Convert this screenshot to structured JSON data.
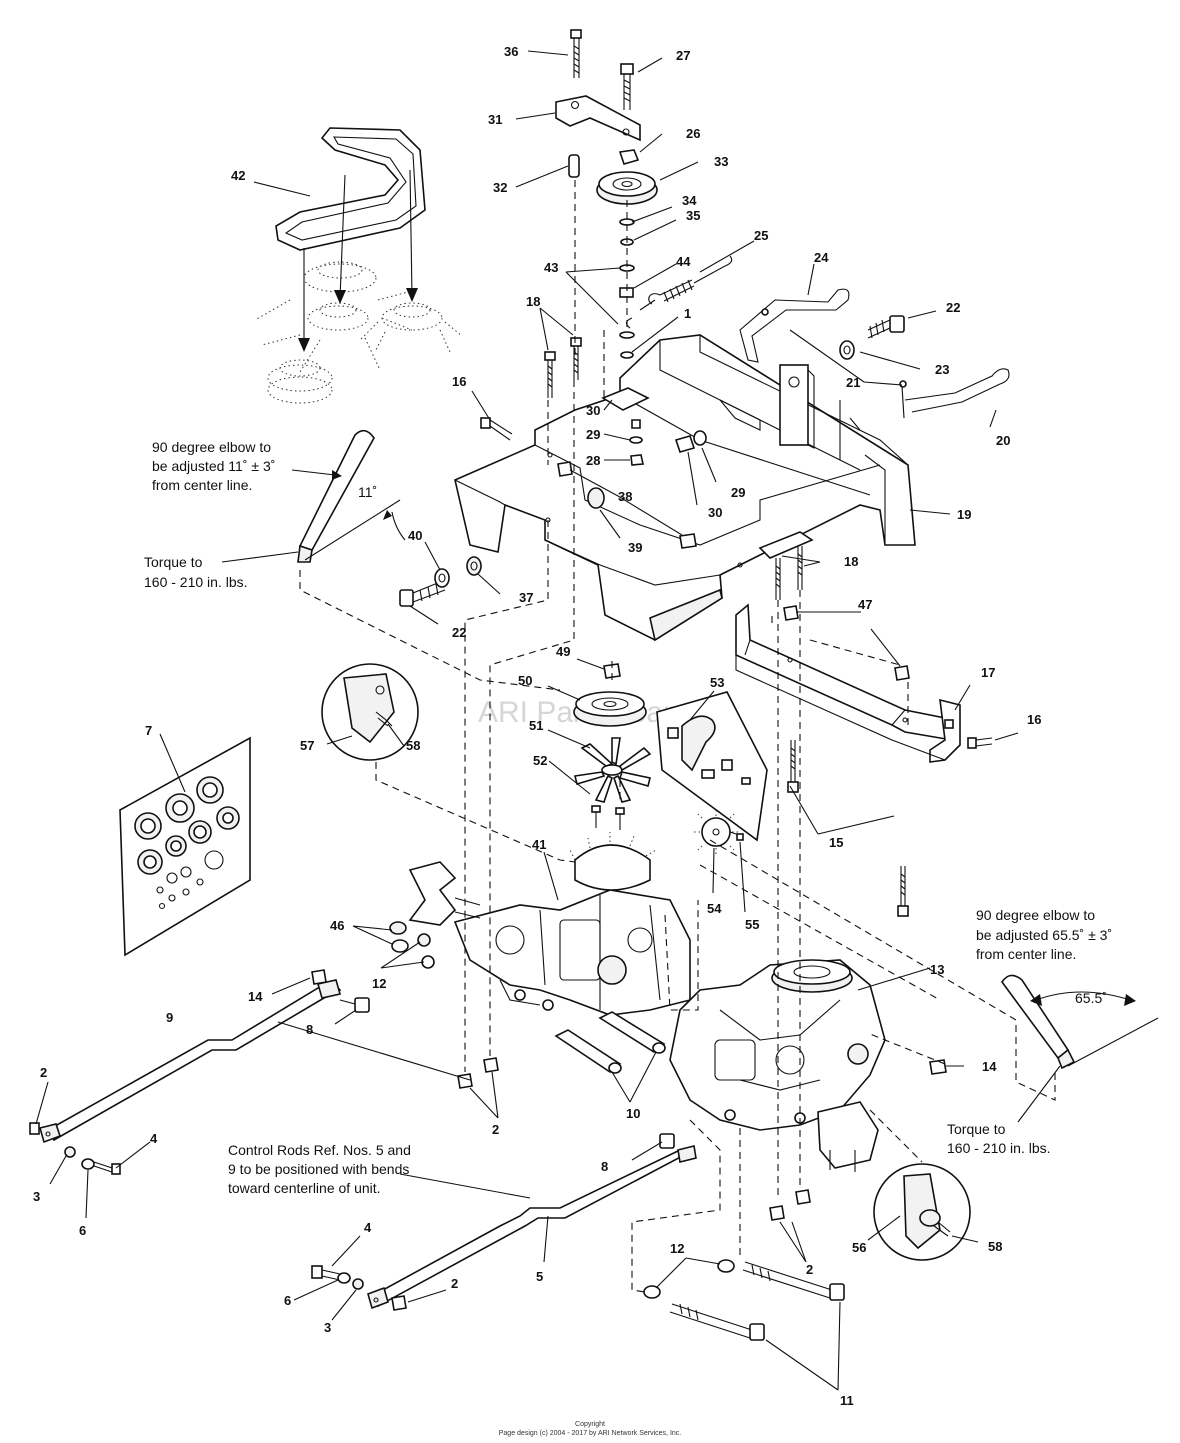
{
  "watermark": "ARI PartStream",
  "watermark_tm": "TM",
  "footer": {
    "line1": "Copyright",
    "line2": "Page design (c) 2004 - 2017 by ARI Network Services, Inc."
  },
  "notes": {
    "elbow_left": [
      "90 degree elbow to",
      "be adjusted 11˚ ± 3˚",
      "from center line."
    ],
    "angle_left": "11˚",
    "torque_left": [
      "Torque to",
      "160 - 210 in. lbs."
    ],
    "elbow_right": [
      "90 degree elbow to",
      "be adjusted 65.5˚ ± 3˚",
      "from center line."
    ],
    "angle_right": "65.5˚",
    "torque_right": [
      "Torque to",
      "160 - 210 in. lbs."
    ],
    "control_rods": [
      "Control Rods Ref. Nos. 5 and",
      " 9 to be positioned with bends",
      "toward centerline of unit."
    ]
  },
  "callouts": [
    {
      "id": "c36",
      "num": "36"
    },
    {
      "id": "c27",
      "num": "27"
    },
    {
      "id": "c31",
      "num": "31"
    },
    {
      "id": "c26",
      "num": "26"
    },
    {
      "id": "c33",
      "num": "33"
    },
    {
      "id": "c32",
      "num": "32"
    },
    {
      "id": "c42",
      "num": "42"
    },
    {
      "id": "c34",
      "num": "34"
    },
    {
      "id": "c35",
      "num": "35"
    },
    {
      "id": "c25",
      "num": "25"
    },
    {
      "id": "c43",
      "num": "43"
    },
    {
      "id": "c44",
      "num": "44"
    },
    {
      "id": "c24",
      "num": "24"
    },
    {
      "id": "c18a",
      "num": "18"
    },
    {
      "id": "c1",
      "num": "1"
    },
    {
      "id": "c22a",
      "num": "22"
    },
    {
      "id": "c23",
      "num": "23"
    },
    {
      "id": "c21",
      "num": "21"
    },
    {
      "id": "c16a",
      "num": "16"
    },
    {
      "id": "c30a",
      "num": "30"
    },
    {
      "id": "c29a",
      "num": "29"
    },
    {
      "id": "c28",
      "num": "28"
    },
    {
      "id": "c29b",
      "num": "29"
    },
    {
      "id": "c20",
      "num": "20"
    },
    {
      "id": "c38",
      "num": "38"
    },
    {
      "id": "c30b",
      "num": "30"
    },
    {
      "id": "c19",
      "num": "19"
    },
    {
      "id": "c39",
      "num": "39"
    },
    {
      "id": "c40",
      "num": "40"
    },
    {
      "id": "c37",
      "num": "37"
    },
    {
      "id": "c18b",
      "num": "18"
    },
    {
      "id": "c22b",
      "num": "22"
    },
    {
      "id": "c47",
      "num": "47"
    },
    {
      "id": "c49",
      "num": "49"
    },
    {
      "id": "c50",
      "num": "50"
    },
    {
      "id": "c53",
      "num": "53"
    },
    {
      "id": "c17",
      "num": "17"
    },
    {
      "id": "c16b",
      "num": "16"
    },
    {
      "id": "c7",
      "num": "7"
    },
    {
      "id": "c57",
      "num": "57"
    },
    {
      "id": "c58a",
      "num": "58"
    },
    {
      "id": "c51",
      "num": "51"
    },
    {
      "id": "c52",
      "num": "52"
    },
    {
      "id": "c15",
      "num": "15"
    },
    {
      "id": "c41",
      "num": "41"
    },
    {
      "id": "c54",
      "num": "54"
    },
    {
      "id": "c55",
      "num": "55"
    },
    {
      "id": "c46",
      "num": "46"
    },
    {
      "id": "c12a",
      "num": "12"
    },
    {
      "id": "c13",
      "num": "13"
    },
    {
      "id": "c14a",
      "num": "14"
    },
    {
      "id": "c9",
      "num": "9"
    },
    {
      "id": "c8a",
      "num": "8"
    },
    {
      "id": "c14b",
      "num": "14"
    },
    {
      "id": "c2a",
      "num": "2"
    },
    {
      "id": "c10",
      "num": "10"
    },
    {
      "id": "c2b",
      "num": "2"
    },
    {
      "id": "c4a",
      "num": "4"
    },
    {
      "id": "c3a",
      "num": "3"
    },
    {
      "id": "c6a",
      "num": "6"
    },
    {
      "id": "c8b",
      "num": "8"
    },
    {
      "id": "c56",
      "num": "56"
    },
    {
      "id": "c58b",
      "num": "58"
    },
    {
      "id": "c5",
      "num": "5"
    },
    {
      "id": "c4b",
      "num": "4"
    },
    {
      "id": "c6b",
      "num": "6"
    },
    {
      "id": "c3b",
      "num": "3"
    },
    {
      "id": "c2c",
      "num": "2"
    },
    {
      "id": "c12b",
      "num": "12"
    },
    {
      "id": "c2d",
      "num": "2"
    },
    {
      "id": "c11",
      "num": "11"
    }
  ]
}
